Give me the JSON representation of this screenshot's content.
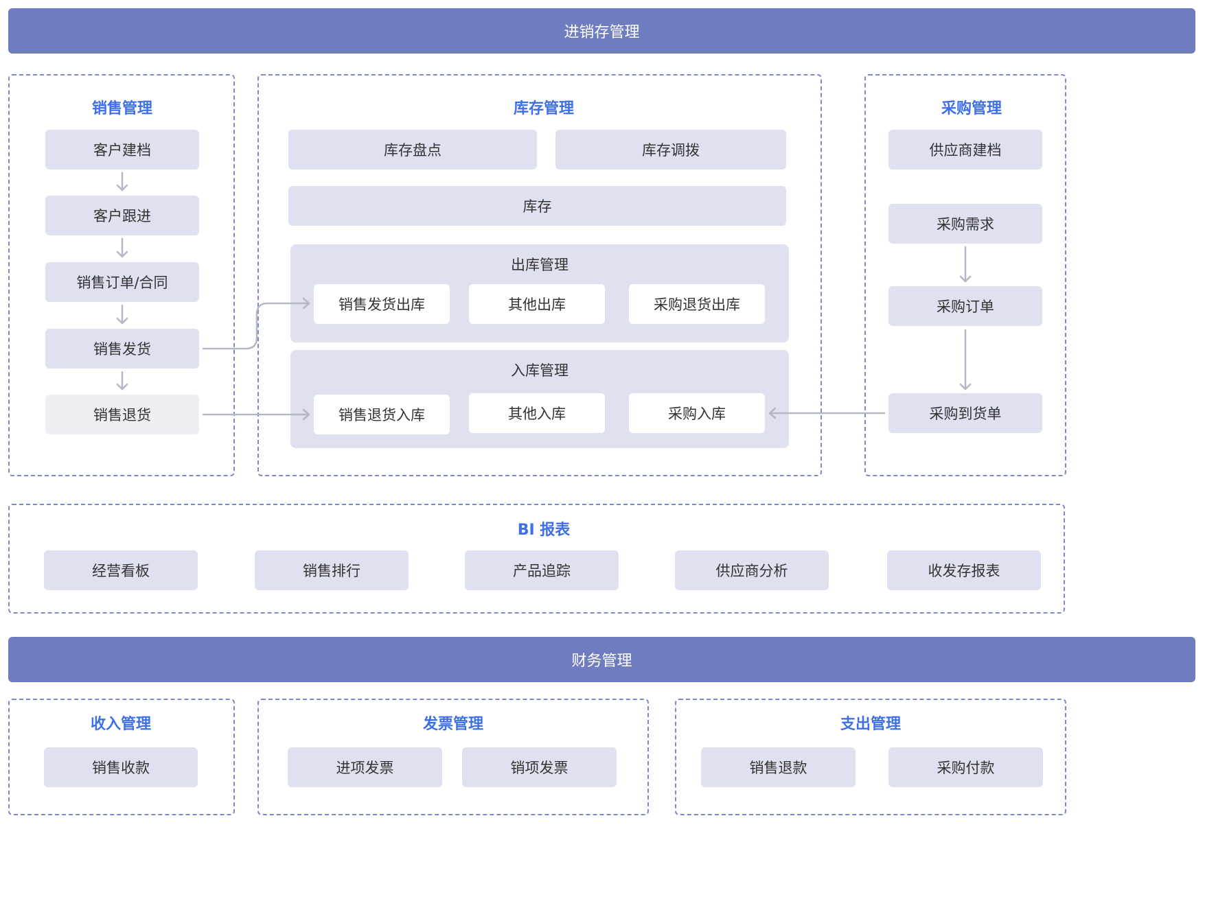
{
  "top_band": "进销存管理",
  "sales": {
    "title": "销售管理",
    "steps": [
      "客户建档",
      "客户跟进",
      "销售订单/合同",
      "销售发货",
      "销售退货"
    ]
  },
  "inventory": {
    "title": "库存管理",
    "stocktake": "库存盘点",
    "transfer": "库存调拨",
    "stock": "库存",
    "outbound": {
      "title": "出库管理",
      "items": [
        "销售发货出库",
        "其他出库",
        "采购退货出库"
      ]
    },
    "inbound": {
      "title": "入库管理",
      "items": [
        "销售退货入库",
        "其他入库",
        "采购入库"
      ]
    }
  },
  "purchase": {
    "title": "采购管理",
    "supplier": "供应商建档",
    "steps": [
      "采购需求",
      "采购订单",
      "采购到货单"
    ]
  },
  "bi": {
    "title": "BI 报表",
    "items": [
      "经营看板",
      "销售排行",
      "产品追踪",
      "供应商分析",
      "收发存报表"
    ]
  },
  "finance_band": "财务管理",
  "income": {
    "title": "收入管理",
    "items": [
      "销售收款"
    ]
  },
  "invoice": {
    "title": "发票管理",
    "items": [
      "进项发票",
      "销项发票"
    ]
  },
  "expense": {
    "title": "支出管理",
    "items": [
      "销售退款",
      "采购付款"
    ]
  },
  "colors": {
    "band": "#6f7cc0",
    "box": "#dfe1f1",
    "title": "#3f6fe6",
    "border": "#7c88c8",
    "arrow": "#b5b8c2"
  }
}
